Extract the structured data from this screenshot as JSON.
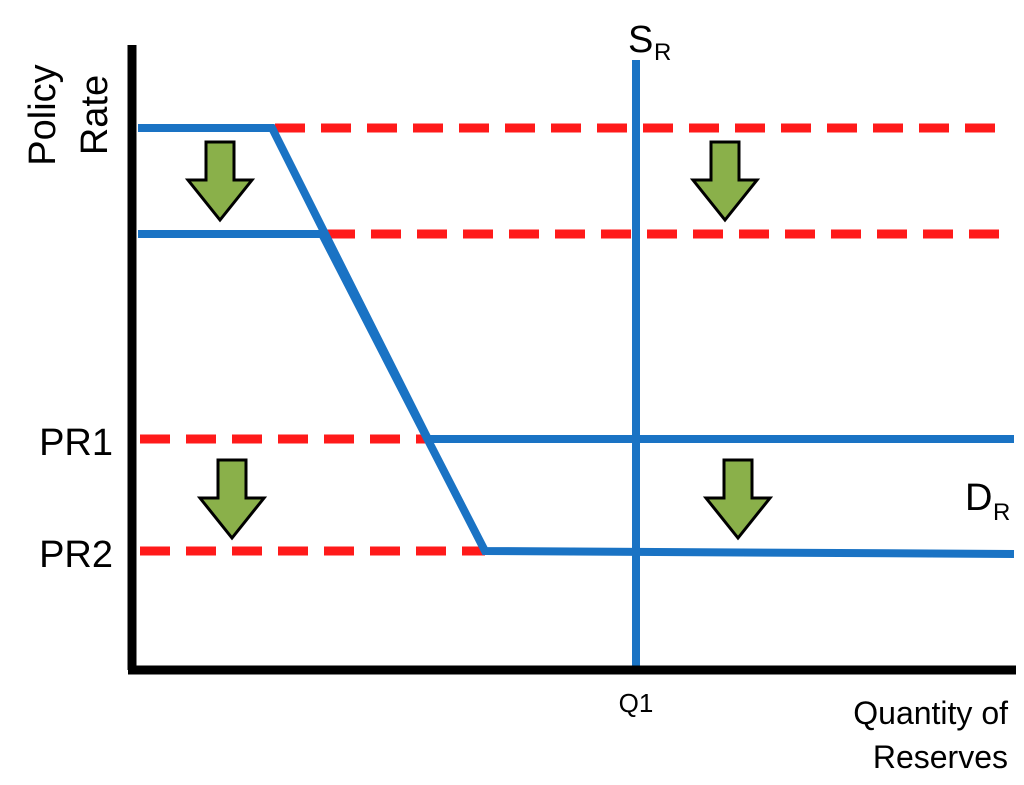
{
  "labels": {
    "y_axis_line1": "Policy",
    "y_axis_line2": "Rate",
    "x_axis_line1": "Quantity of",
    "x_axis_line2": "Reserves",
    "supply_main": "S",
    "supply_sub": "R",
    "demand_main": "D",
    "demand_sub": "R",
    "pr1": "PR1",
    "pr2": "PR2",
    "q1": "Q1"
  },
  "colors": {
    "axis": "#000000",
    "curve": "#1a73c4",
    "dashed": "#ff1a1a",
    "arrow_fill": "#8ab04a",
    "arrow_stroke": "#000000"
  },
  "arrows": {
    "direction": "down",
    "icon": "down-arrow-icon"
  }
}
